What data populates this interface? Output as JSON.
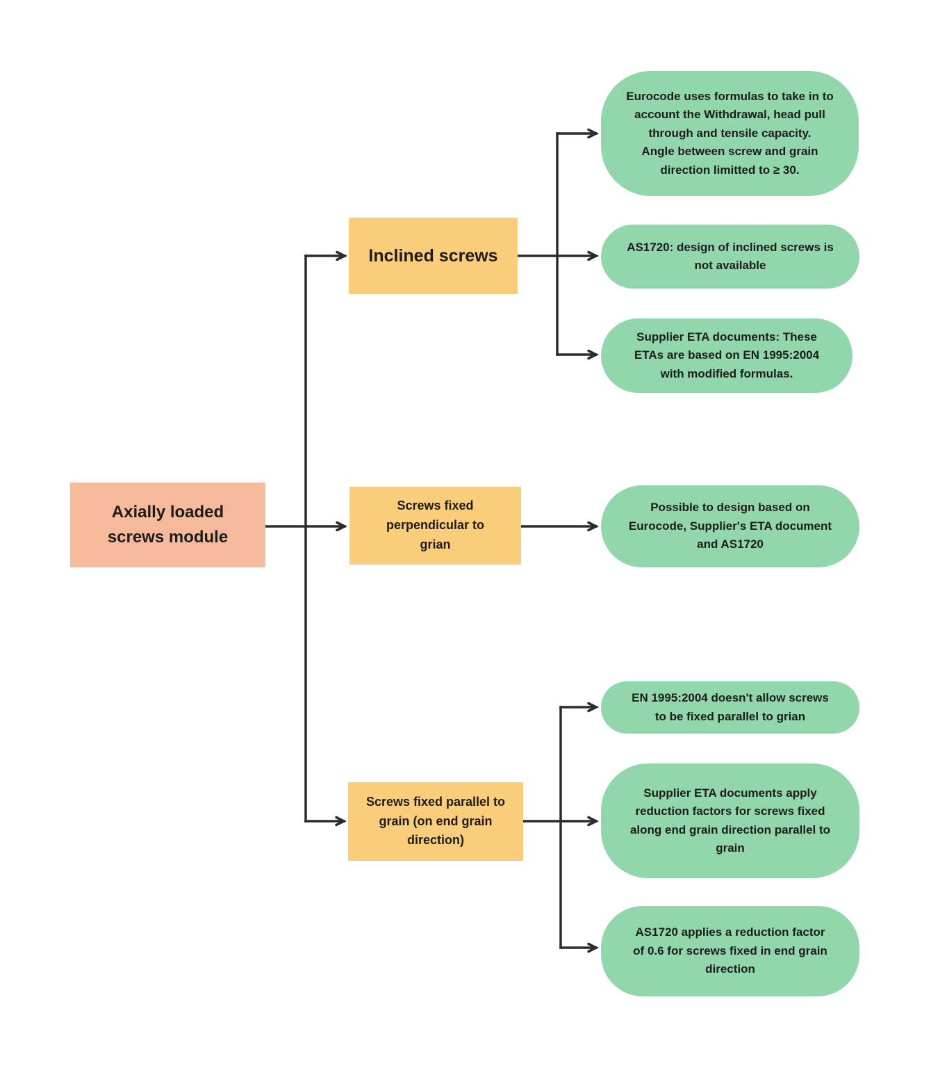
{
  "diagram": {
    "title": "Axially loaded screws module flowchart",
    "colors": {
      "root-fill": "#F5BA9C",
      "branch-fill": "#FACD7B",
      "leaf-fill": "#92D6AC",
      "line": "#2B2B2B",
      "ink": "#1C1C1C"
    },
    "root": {
      "label": "Axially loaded\nscrews module"
    },
    "branches": [
      {
        "label": "Inclined screws",
        "leaves": [
          "Eurocode uses formulas to take in to\naccount the Withdrawal, head pull\nthrough and tensile capacity.\nAngle between screw and grain\ndirection limitted to ≥ 30.",
          "AS1720: design of inclined screws is\nnot available",
          "Supplier ETA documents: These\nETAs are based on EN 1995:2004\nwith modified formulas."
        ]
      },
      {
        "label": "Screws fixed\nperpendicular to\ngrian",
        "leaves": [
          "Possible to design based on\nEurocode, Supplier's ETA document\nand AS1720"
        ]
      },
      {
        "label": "Screws fixed parallel to\ngrain (on end grain\ndirection)",
        "leaves": [
          "EN 1995:2004 doesn't allow screws\nto be fixed parallel to grian",
          "Supplier ETA documents apply\nreduction factors for screws fixed\nalong end grain direction parallel to\ngrain",
          "AS1720 applies a reduction factor\nof 0.6 for screws fixed in end grain\ndirection"
        ]
      }
    ]
  }
}
